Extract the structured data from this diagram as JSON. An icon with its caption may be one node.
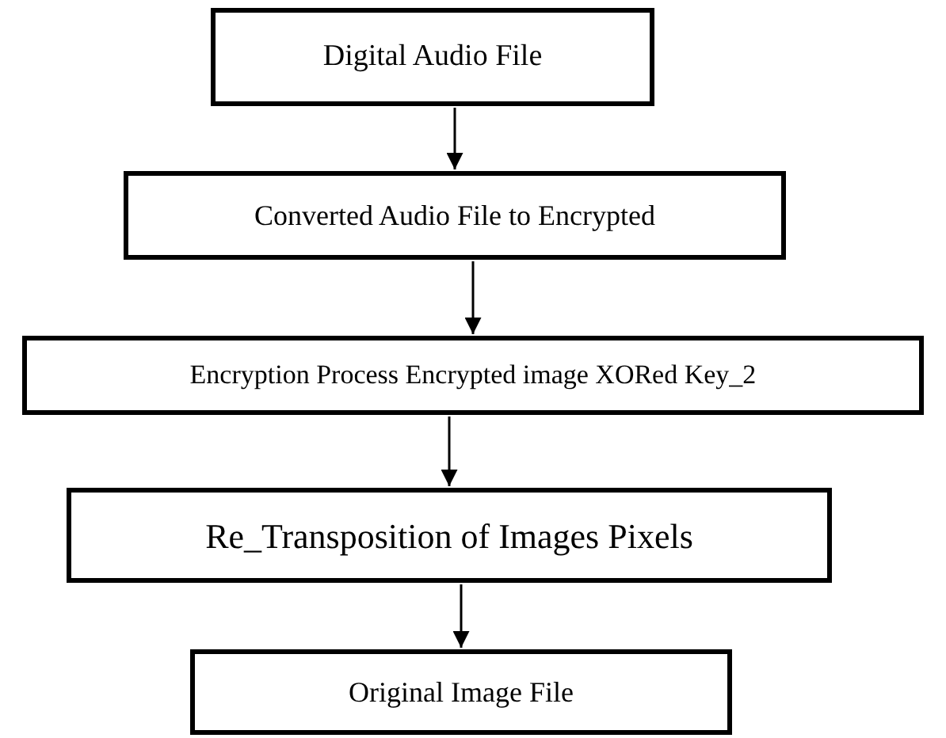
{
  "diagram": {
    "nodes": [
      {
        "text": [
          "Digital Audio File"
        ]
      },
      {
        "text": [
          "Converted Audio File to Encrypted"
        ]
      },
      {
        "text": [
          "Encryption Process Encrypted image XORed Key_2"
        ]
      },
      {
        "text": [
          "Re_Transposition of Images Pixels"
        ]
      },
      {
        "text": [
          "Original Image File"
        ]
      }
    ],
    "edges": [
      {
        "from": 0,
        "to": 1,
        "arrow": "to"
      },
      {
        "from": 1,
        "to": 2,
        "arrow": "to"
      },
      {
        "from": 2,
        "to": 3,
        "arrow": "to"
      },
      {
        "from": 3,
        "to": 4,
        "arrow": "to"
      }
    ]
  }
}
